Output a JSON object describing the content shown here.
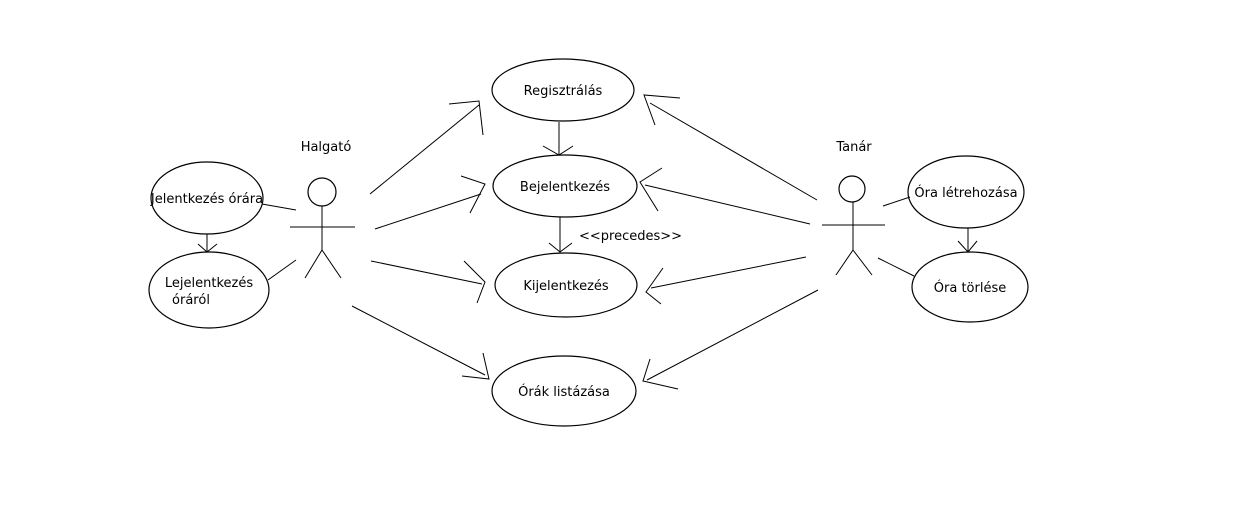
{
  "actors": {
    "student": "Halgató",
    "teacher": "Tanár"
  },
  "use_cases": {
    "registration": "Regisztrálás",
    "login": "Bejelentkezés",
    "logout": "Kijelentkezés",
    "list_classes": "Órák listázása",
    "class_signup": "Jelentkezés órára",
    "class_signoff_line1": "Lejelentkezés",
    "class_signoff_line2": "óráról",
    "create_class": "Óra létrehozása",
    "delete_class": "Óra törlése"
  },
  "relations": {
    "precedes_label": "<<precedes>>"
  }
}
